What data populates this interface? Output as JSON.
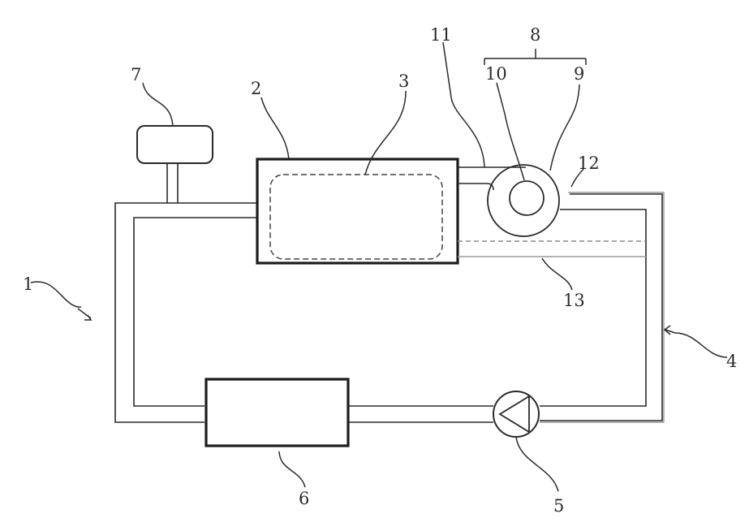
{
  "labels": {
    "circuit": "1",
    "unit": "2",
    "inner_region": "3",
    "circuit_loop": "4",
    "pump": "5",
    "component_6": "6",
    "tank": "7",
    "assembly": "8",
    "casing": "9",
    "core": "10",
    "inlet": "11",
    "outlet": "12",
    "bypass": "13"
  }
}
